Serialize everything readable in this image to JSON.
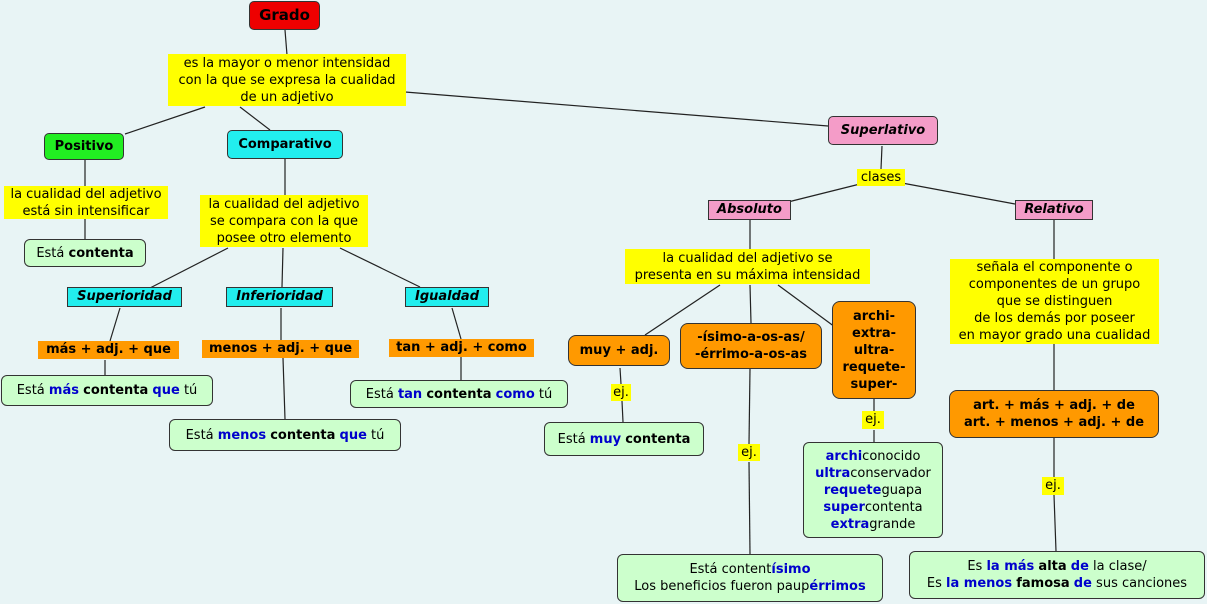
{
  "root": "Grado",
  "definition": [
    "es la mayor o menor intensidad",
    "con la que se expresa la cualidad",
    "de un adjetivo"
  ],
  "positivo": {
    "title": "Positivo",
    "desc": [
      "la cualidad del adjetivo",
      "está sin intensificar"
    ],
    "example": {
      "pre": "Está ",
      "bold": "contenta"
    }
  },
  "comparativo": {
    "title": "Comparativo",
    "desc": [
      "la cualidad del adjetivo",
      "se compara con la que",
      "posee otro elemento"
    ],
    "superioridad": {
      "title": "Superioridad",
      "rule": "más + adj. + que",
      "example": {
        "a": "Está ",
        "b": "más",
        "c": " ",
        "d": "contenta",
        "e": " ",
        "f": "que",
        "g": " tú"
      }
    },
    "inferioridad": {
      "title": "Inferioridad",
      "rule": "menos + adj. + que",
      "example": {
        "a": "Está ",
        "b": "menos",
        "c": " ",
        "d": "contenta",
        "e": " ",
        "f": "que",
        "g": " tú"
      }
    },
    "igualdad": {
      "title": "Igualdad",
      "rule": "tan + adj. + como",
      "example": {
        "a": "Está ",
        "b": "tan",
        "c": " ",
        "d": "contenta",
        "e": " ",
        "f": "como",
        "g": " tú"
      }
    }
  },
  "superlativo": {
    "title": "Superlativo",
    "clases": "clases",
    "absoluto": {
      "title": "Absoluto",
      "desc": [
        "la cualidad del adjetivo se",
        "presenta en su máxima intensidad"
      ],
      "muy": {
        "rule": "muy + adj.",
        "ej": "ej.",
        "example": {
          "a": "Está ",
          "b": "muy",
          "c": " ",
          "d": "contenta"
        }
      },
      "isimo": {
        "rule": [
          "-ísimo-a-os-as/",
          "-érrimo-a-os-as"
        ],
        "ej": "ej.",
        "example": {
          "l1a": "Está content",
          "l1b": "ísimo",
          "l2a": "Los beneficios fueron paup",
          "l2b": "érrimos"
        }
      },
      "prefijos": {
        "rule": [
          "archi-",
          "extra-",
          "ultra-",
          "requete-",
          "super-"
        ],
        "ej": "ej.",
        "examples": [
          {
            "p": "archi",
            "r": "conocido"
          },
          {
            "p": "ultra",
            "r": "conservador"
          },
          {
            "p": "requete",
            "r": "guapa"
          },
          {
            "p": "super",
            "r": "contenta"
          },
          {
            "p": "extra",
            "r": "grande"
          }
        ]
      }
    },
    "relativo": {
      "title": "Relativo",
      "desc": [
        "señala el componente o",
        "componentes de un grupo",
        "que se distinguen",
        "de los demás por poseer",
        "en mayor grado una cualidad"
      ],
      "rule": [
        "art. + más + adj. + de",
        "art. + menos + adj. + de"
      ],
      "ej": "ej.",
      "example": {
        "l1a": "Es ",
        "l1b": "la más",
        "l1c": " ",
        "l1d": "alta",
        "l1e": " ",
        "l1f": "de",
        "l1g": " la clase/",
        "l2a": "Es ",
        "l2b": "la menos",
        "l2c": " ",
        "l2d": "famosa",
        "l2e": " ",
        "l2f": "de",
        "l2g": " sus canciones"
      }
    }
  },
  "colors": {
    "background": "#e8f4f5",
    "root": "#ee0000",
    "label": "#ffff00",
    "positivo": "#22ee22",
    "comparativo": "#22eeee",
    "superlativo": "#f49cc8",
    "rule": "#ff9900",
    "example": "#ccffcc",
    "keyword": "#0000cc"
  }
}
